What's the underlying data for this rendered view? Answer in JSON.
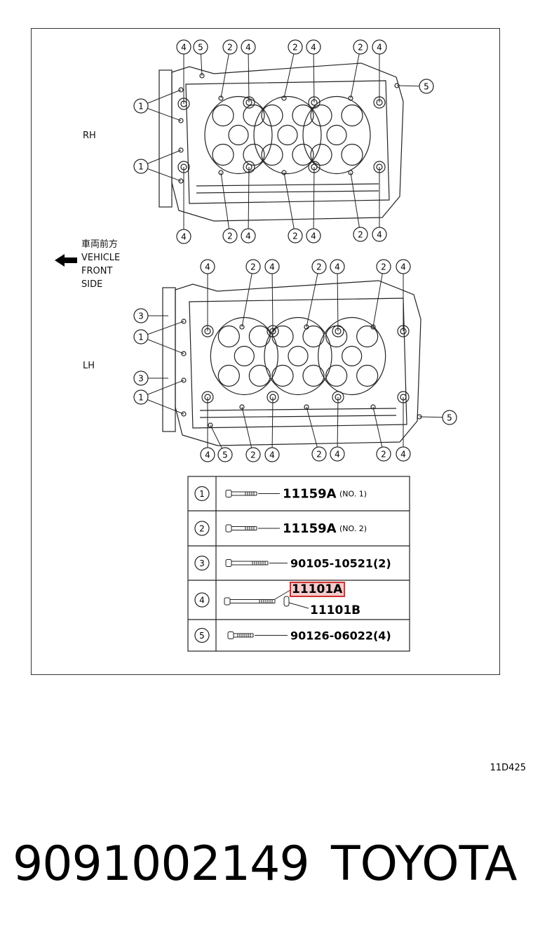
{
  "diagram": {
    "label_rh": "RH",
    "label_lh": "LH",
    "front_label_jp": "車両前方",
    "front_label_en": [
      "VEHICLE",
      "FRONT",
      "SIDE"
    ],
    "callouts": [
      "1",
      "2",
      "3",
      "4",
      "5"
    ]
  },
  "legend": {
    "rows": [
      {
        "num": "1",
        "part": "11159A",
        "note": "(NO. 1)"
      },
      {
        "num": "2",
        "part": "11159A",
        "note": "(NO. 2)"
      },
      {
        "num": "3",
        "part": "90105-10521(2)",
        "note": ""
      },
      {
        "num": "4",
        "part": "11101A",
        "part2": "11101B",
        "note": ""
      },
      {
        "num": "5",
        "part": "90126-06022(4)",
        "note": ""
      }
    ],
    "highlight_color": "#d32f2f"
  },
  "figure_code": "11D425",
  "footer": {
    "part_number": "9091002149",
    "brand": "TOYOTA"
  }
}
